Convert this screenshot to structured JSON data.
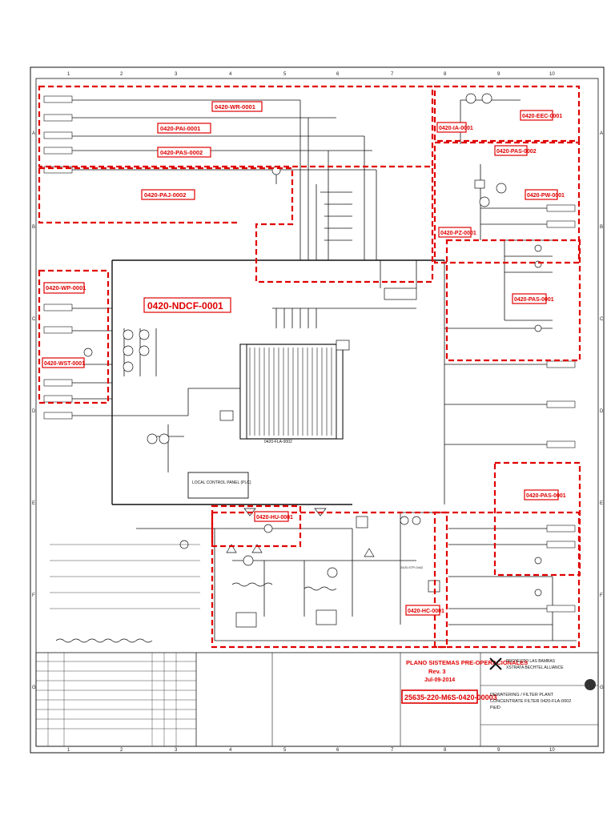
{
  "grid": {
    "columns": [
      "1",
      "2",
      "3",
      "4",
      "5",
      "6",
      "7",
      "8",
      "9",
      "10"
    ],
    "rows": [
      "A",
      "B",
      "C",
      "D",
      "E",
      "F",
      "G"
    ]
  },
  "tags": {
    "wr": "0420-WR-0001",
    "pai1": "0420-PAI-0001",
    "pas2": "0420-PAS-0002",
    "paj2": "0420-PAJ-0002",
    "wp": "0420-WP-0001",
    "wst": "0420-WST-0001",
    "ndcf": "0420-NDCF-0001",
    "ia": "0420-IA-0001",
    "eec": "0420-EEC-0001",
    "pas2b": "0420-PAS-0002",
    "pw": "0420-PW-0001",
    "pz": "0420-PZ-0001",
    "pas1a": "0420-PAS-0001",
    "pas1b": "0420-PAS-0001",
    "hu": "0420-HU-0001",
    "hc": "0420-HC-0001"
  },
  "labels": {
    "filter": "0420-FLA-0002",
    "control_panel": "LOCAL CONTROL PANEL (PLC)",
    "tank": "0420-STP-0442"
  },
  "title_block": {
    "stamp_line1": "PLANO SISTEMAS PRE-OPERACIONALES",
    "stamp_line2": "Rev. 3",
    "stamp_line3": "Jul-09-2014",
    "doc_number": "25635-220-M6S-0420-00003",
    "project_line1": "PROYECTO LAS BAMBAS",
    "project_line2": "XSTRATA BECHTEL ALLIANCE",
    "drawing_line1": "DEWATERING / FILTER PLANT",
    "drawing_line2": "CONCENTRATE FILTER 0420-FLA-0002",
    "drawing_line3": "P&ID"
  },
  "colors": {
    "markup": "#e00000",
    "ink": "#111111",
    "paper": "#ffffff"
  }
}
